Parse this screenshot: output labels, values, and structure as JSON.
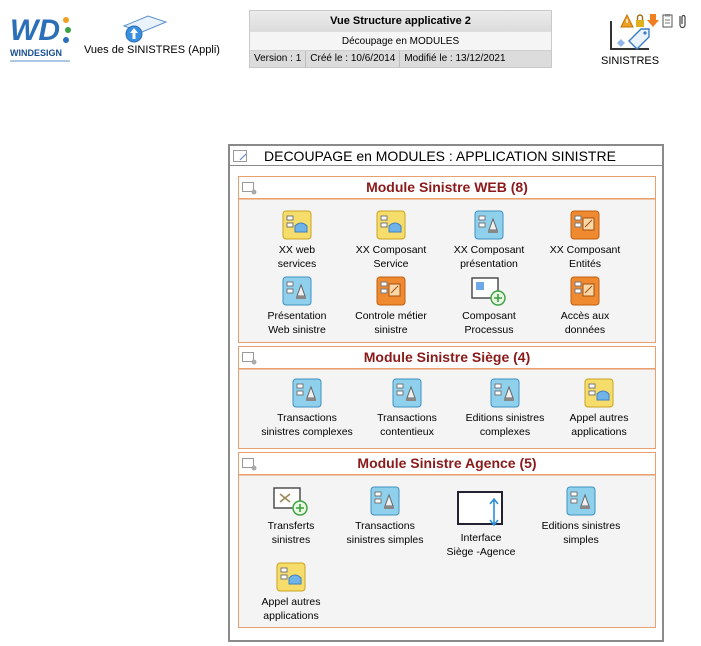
{
  "header": {
    "logo_text": "WINDESIGN",
    "view_name": "Vues de SINISTRES (Appli)",
    "info_title": "Vue Structure applicative 2",
    "info_subtitle": "Découpage en MODULES",
    "version": "Version : 1",
    "created": "Créé le : 10/6/2014",
    "modified": "Modifié le : 13/12/2021",
    "domain_label": "SINISTRES"
  },
  "colors": {
    "module_title": "#8b1a1a",
    "module_border": "#e8a070",
    "frame_border": "#8a8a8a"
  },
  "diagram": {
    "title": "DECOUPAGE en MODULES : APPLICATION SINISTRE",
    "modules": [
      {
        "title": "Module Sinistre WEB (8)",
        "components": [
          {
            "icon": "yellow-service-component-icon",
            "line1": "XX web",
            "line2": "services"
          },
          {
            "icon": "yellow-service-component-icon",
            "line1": "XX Composant",
            "line2": "Service"
          },
          {
            "icon": "blue-presentation-component-icon",
            "line1": "XX Composant",
            "line2": "présentation"
          },
          {
            "icon": "orange-entity-component-icon",
            "line1": "XX Composant",
            "line2": "Entités"
          },
          {
            "icon": "blue-presentation-component-icon",
            "line1": "Présentation",
            "line2": "Web sinistre"
          },
          {
            "icon": "orange-entity-component-icon",
            "line1": "Controle métier",
            "line2": "sinistre"
          },
          {
            "icon": "process-component-icon",
            "line1": "Composant",
            "line2": "Processus"
          },
          {
            "icon": "orange-entity-component-icon",
            "line1": "Accès aux",
            "line2": "données"
          }
        ]
      },
      {
        "title": "Module Sinistre Siège (4)",
        "components": [
          {
            "icon": "blue-presentation-component-icon",
            "line1": "Transactions",
            "line2": "sinistres complexes"
          },
          {
            "icon": "blue-presentation-component-icon",
            "line1": "Transactions",
            "line2": "contentieux"
          },
          {
            "icon": "blue-presentation-component-icon",
            "line1": "Editions sinistres",
            "line2": "complexes"
          },
          {
            "icon": "yellow-service-component-icon",
            "line1": "Appel autres",
            "line2": "applications"
          }
        ]
      },
      {
        "title": "Module Sinistre Agence (5)",
        "components": [
          {
            "icon": "transfer-process-icon",
            "line1": "Transferts",
            "line2": "sinistres"
          },
          {
            "icon": "blue-presentation-component-icon",
            "line1": "Transactions",
            "line2": "sinistres simples"
          },
          {
            "icon": "interface-icon",
            "line1": "Interface",
            "line2": "Siège -Agence"
          },
          {
            "icon": "blue-presentation-component-icon",
            "line1": "Editions sinistres",
            "line2": "simples"
          },
          {
            "icon": "yellow-service-component-icon",
            "line1": "Appel autres",
            "line2": "applications"
          }
        ]
      }
    ]
  }
}
